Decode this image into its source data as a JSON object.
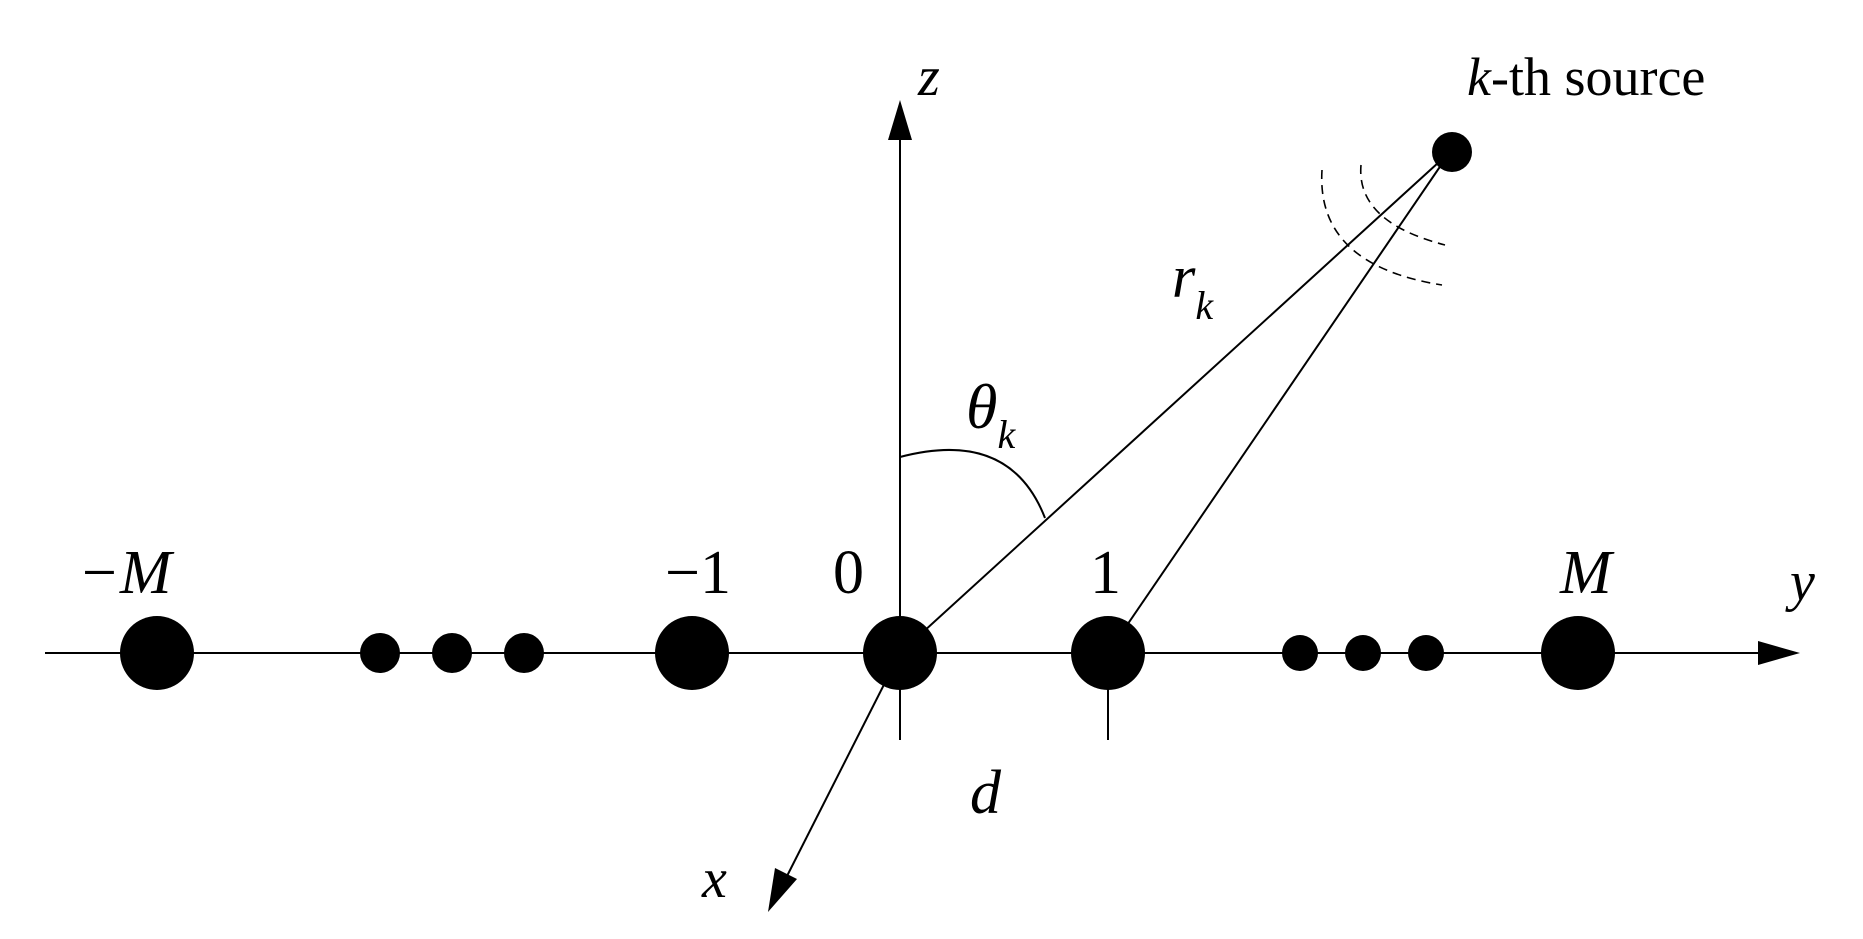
{
  "axes": {
    "z": "z",
    "y": "y",
    "x": "x"
  },
  "source": {
    "k_label": "k",
    "suffix_label": "-th source"
  },
  "range": {
    "r": "r",
    "r_sub": "k"
  },
  "angle": {
    "theta": "θ",
    "theta_sub": "k"
  },
  "spacing_label": "d",
  "sensors": {
    "neg_m": "−M",
    "neg_one": "−1",
    "zero": "0",
    "one": "1",
    "m": "M"
  },
  "colors": {
    "ink": "#000000",
    "background": "#ffffff"
  }
}
